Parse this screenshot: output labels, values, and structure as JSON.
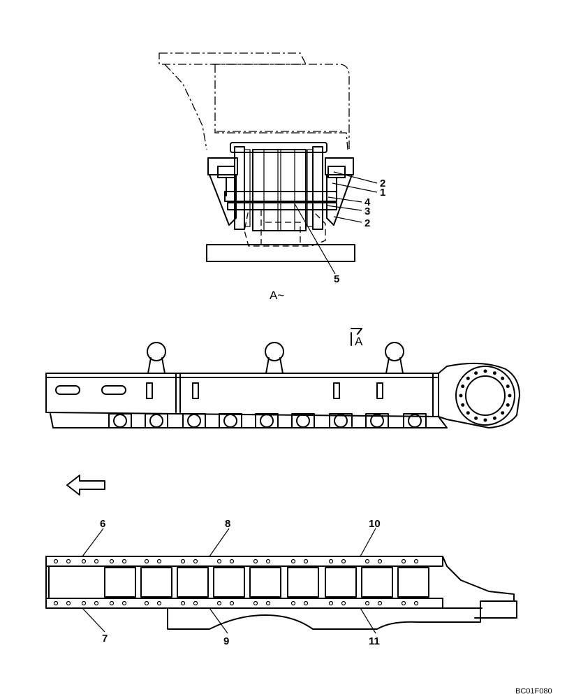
{
  "view_labels": {
    "section_view": "A~",
    "section_marker": "A"
  },
  "callouts": {
    "c1": "1",
    "c2a": "2",
    "c2b": "2",
    "c3": "3",
    "c4": "4",
    "c5": "5",
    "c6": "6",
    "c7": "7",
    "c8": "8",
    "c9": "9",
    "c10": "10",
    "c11": "11"
  },
  "drawing_code": "BC01F080",
  "direction_arrow": "left-arrow-icon"
}
